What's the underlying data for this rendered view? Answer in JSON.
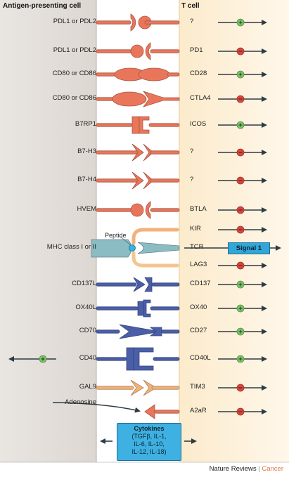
{
  "headers": {
    "left": "Antigen-presenting cell",
    "right": "T cell"
  },
  "rows": [
    {
      "left": "PDL1 or PDL2",
      "right": "?",
      "shape": "cup-ball",
      "color": "salmon",
      "sign": "+"
    },
    {
      "left": "PDL1 or PDL2",
      "right": "PD1",
      "shape": "ball-cup",
      "color": "salmon",
      "sign": "-"
    },
    {
      "left": "CD80 or CD86",
      "right": "CD28",
      "shape": "lens",
      "color": "salmon",
      "sign": "+"
    },
    {
      "left": "CD80 or CD86",
      "right": "CTLA4",
      "shape": "lens-fork",
      "color": "salmon",
      "sign": "-"
    },
    {
      "left": "B7RP1",
      "right": "ICOS",
      "shape": "bracket",
      "color": "salmon",
      "sign": "+"
    },
    {
      "left": "B7-H3",
      "right": "?",
      "shape": "chevron",
      "color": "salmon",
      "sign": "-"
    },
    {
      "left": "B7-H4",
      "right": "?",
      "shape": "chevron",
      "color": "salmon",
      "sign": "-"
    },
    {
      "left": "HVEM",
      "right": "BTLA",
      "shape": "ball-cup",
      "color": "salmon",
      "sign": "-"
    },
    {
      "left": "",
      "right": "KIR",
      "shape": "mhc-kir",
      "color": "peach",
      "sign": "-"
    },
    {
      "left": "MHC class I or II",
      "right": "TCR",
      "shape": "mhc",
      "color": "teal",
      "sign": ""
    },
    {
      "left": "",
      "right": "LAG3",
      "shape": "mhc-lag",
      "color": "peach",
      "sign": "-"
    },
    {
      "left": "CD137L",
      "right": "CD137",
      "shape": "chevron-r",
      "color": "navy",
      "sign": "+"
    },
    {
      "left": "OX40L",
      "right": "OX40",
      "shape": "bracket-r",
      "color": "navy",
      "sign": "+"
    },
    {
      "left": "CD70",
      "right": "CD27",
      "shape": "wedge",
      "color": "navy",
      "sign": "+"
    },
    {
      "left": "CD40",
      "right": "CD40L",
      "shape": "block",
      "color": "navy",
      "sign": "+"
    },
    {
      "left": "GAL9",
      "right": "TIM3",
      "shape": "double-chevron",
      "color": "peach",
      "sign": "-"
    },
    {
      "left": "Adenosine",
      "right": "A2aR",
      "shape": "adenosine",
      "color": "salmon",
      "sign": "-"
    }
  ],
  "peptide_label": "Peptide",
  "signal_label": "Signal 1",
  "cytokines": {
    "title": "Cytokines",
    "line1": "(TGFβ, IL-1,",
    "line2": "IL-6, IL-10,",
    "line3": "IL-12, IL-18)"
  },
  "credit": {
    "journal": "Nature Reviews",
    "section": "Cancer"
  },
  "colors": {
    "salmon": "#e9765b",
    "peach": "#f2b27a",
    "navy": "#4a5fa8",
    "teal": "#8bbcc3",
    "plus": "#7cc36a",
    "minus": "#d9463a",
    "apc_band": "#ddd7d2",
    "tcell_band": "#fcebcc"
  }
}
